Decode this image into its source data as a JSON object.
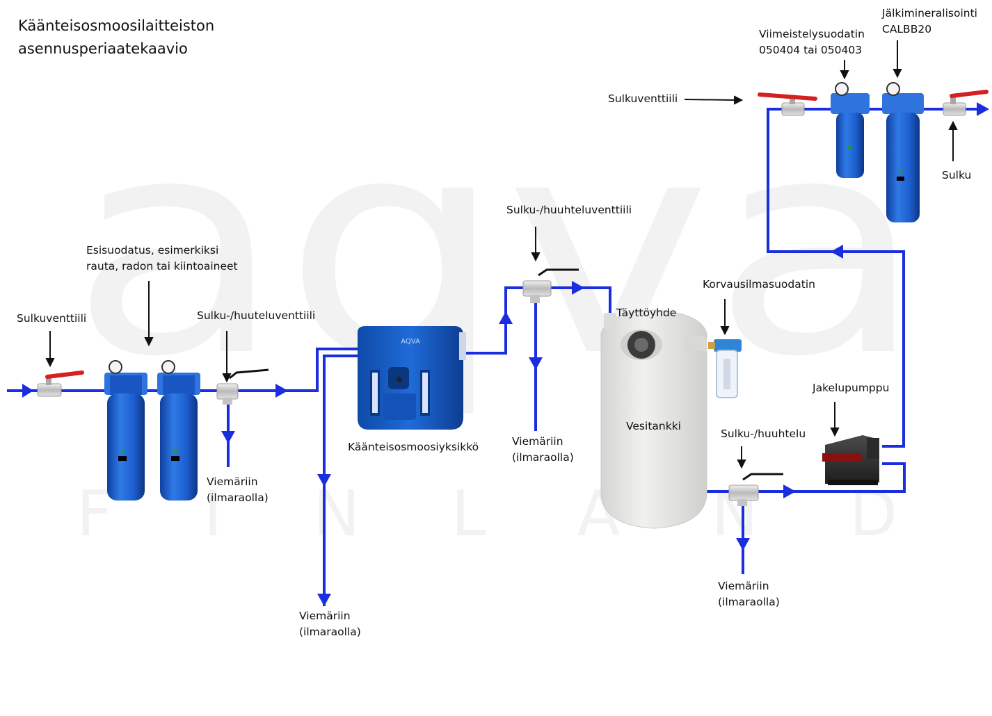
{
  "title": {
    "line1": "Käänteisosmoosilaitteiston",
    "line2": "asennusperiaatekaavio"
  },
  "watermark": {
    "brand": "aqva",
    "sub": "F I N L A N D"
  },
  "labels": {
    "inlet_valve": "Sulkuventtiili",
    "prefilter_line1": "Esisuodatus, esimerkiksi",
    "prefilter_line2": "rauta, radon tai kiintoaineet",
    "flush_valve_1": "Sulku-/huuteluventtiili",
    "drain_1_line1": "Viemäriin",
    "drain_1_line2": "(ilmaraolla)",
    "ro_unit": "Käänteisosmoosiyksikkö",
    "drain_2_line1": "Viemäriin",
    "drain_2_line2": "(ilmaraolla)",
    "flush_valve_2": "Sulku-/huuhteluventtiili",
    "drain_3_line1": "Viemäriin",
    "drain_3_line2": "(ilmaraolla)",
    "fill_connection": "Täyttöyhde",
    "tank": "Vesitankki",
    "vent_filter": "Korvausilmasuodatin",
    "flush_3": "Sulku-/huuhtelu",
    "drain_4_line1": "Viemäriin",
    "drain_4_line2": "(ilmaraolla)",
    "pump": "Jakelupumppu",
    "outlet_valve": "Sulkuventtiili",
    "finishing_line1": "Viimeistelysuodatin",
    "finishing_line2": "050404 tai 050403",
    "remineral_line1": "Jälkimineralisointi",
    "remineral_line2": "CALBB20",
    "end_valve": "Sulku",
    "ro_brand": "AQVA"
  },
  "colors": {
    "pipe": "#1a2ee0",
    "filter_blue": "#1d5fcf",
    "valve_red": "#d42020",
    "tank_grey": "#e6e6e4",
    "watermark": "#f2f2f2"
  }
}
